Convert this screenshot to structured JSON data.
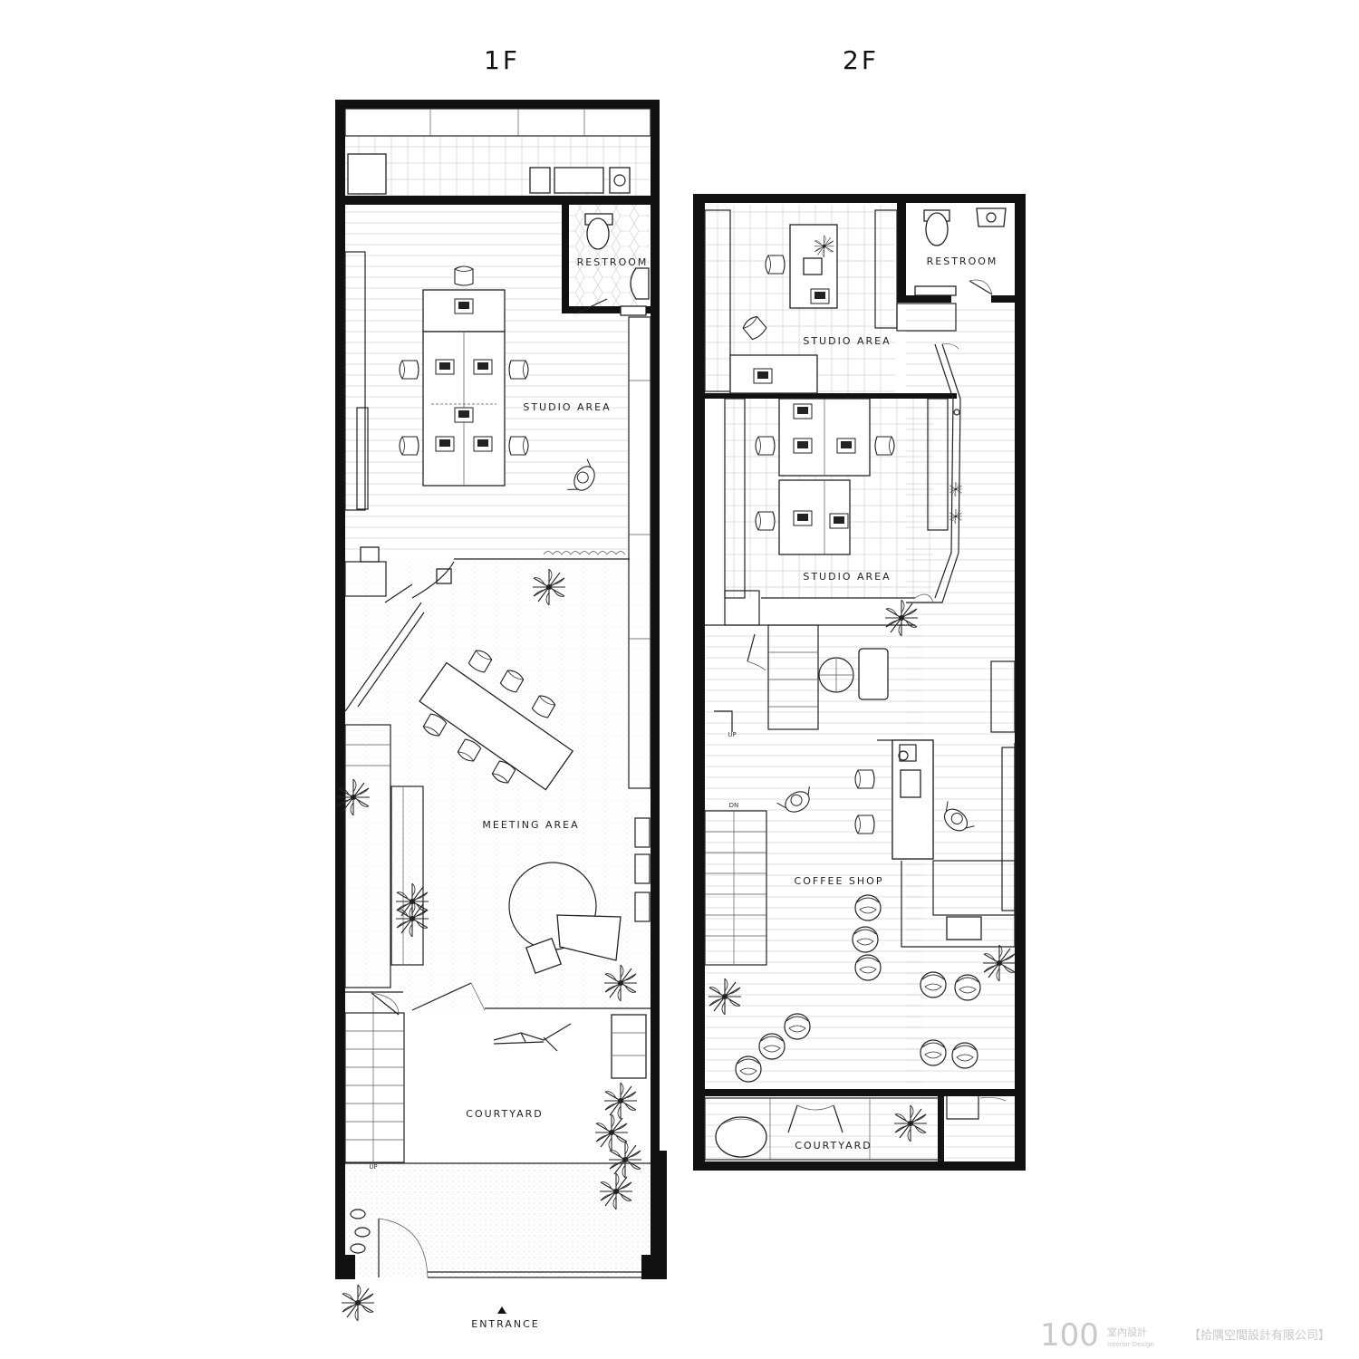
{
  "floors": {
    "first": {
      "title": "1F",
      "rooms": {
        "restroom": "RESTROOM",
        "studio": "STUDIO AREA",
        "meeting": "MEETING AREA",
        "courtyard": "COURTYARD"
      },
      "stair_up": "UP",
      "entrance": "ENTRANCE"
    },
    "second": {
      "title": "2F",
      "rooms": {
        "restroom": "RESTROOM",
        "studio_top": "STUDIO AREA",
        "studio_bottom": "STUDIO AREA",
        "coffee": "COFFEE SHOP",
        "courtyard": "COURTYARD"
      },
      "stair_up": "UP",
      "stair_down": "DN"
    }
  },
  "watermark": {
    "logo": "100",
    "brand_cn": "室內設計",
    "brand_en": "Interior Design",
    "company": "【拾隅空間設計有限公司】"
  },
  "colors": {
    "wall": "#111111",
    "line": "#222222",
    "pattern": "#bdbdbd",
    "watermark": "#c8c8c8"
  }
}
